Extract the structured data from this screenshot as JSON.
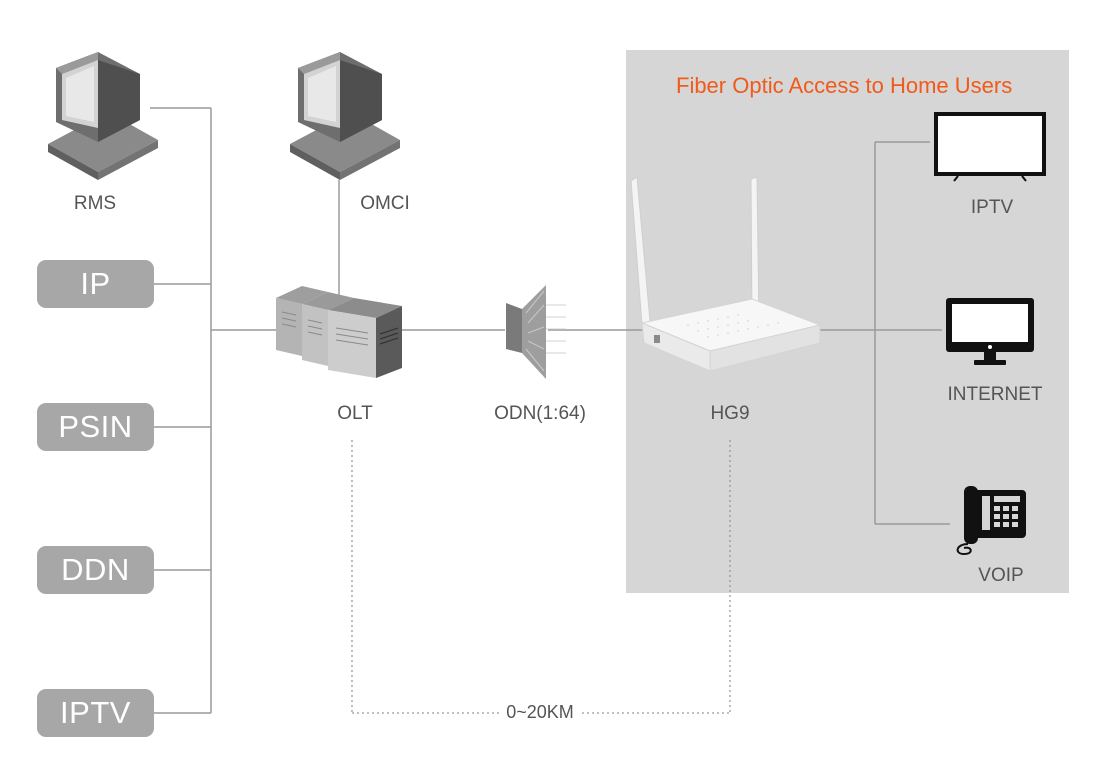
{
  "panel": {
    "title": "Fiber Optic Access to Home Users",
    "title_color": "#f05a1a",
    "background": "#d6d6d6"
  },
  "services": [
    {
      "label": "IP"
    },
    {
      "label": "PSIN"
    },
    {
      "label": "DDN"
    },
    {
      "label": "IPTV"
    }
  ],
  "nodes": {
    "rms": {
      "label": "RMS",
      "icon": "computer-icon"
    },
    "omci": {
      "label": "OMCI",
      "icon": "computer-icon"
    },
    "olt": {
      "label": "OLT",
      "icon": "server-rack-icon"
    },
    "odn": {
      "label": "ODN(1:64)",
      "icon": "splitter-icon"
    },
    "hg9": {
      "label": "HG9",
      "icon": "router-icon"
    }
  },
  "endpoints": [
    {
      "label": "IPTV",
      "icon": "tv-icon"
    },
    {
      "label": "INTERNET",
      "icon": "monitor-icon"
    },
    {
      "label": "VOIP",
      "icon": "telephone-icon"
    }
  ],
  "distance": {
    "label": "0~20KM"
  },
  "colors": {
    "pill": "#a7a7a7",
    "line": "#9a9a9a",
    "text": "#555555"
  }
}
